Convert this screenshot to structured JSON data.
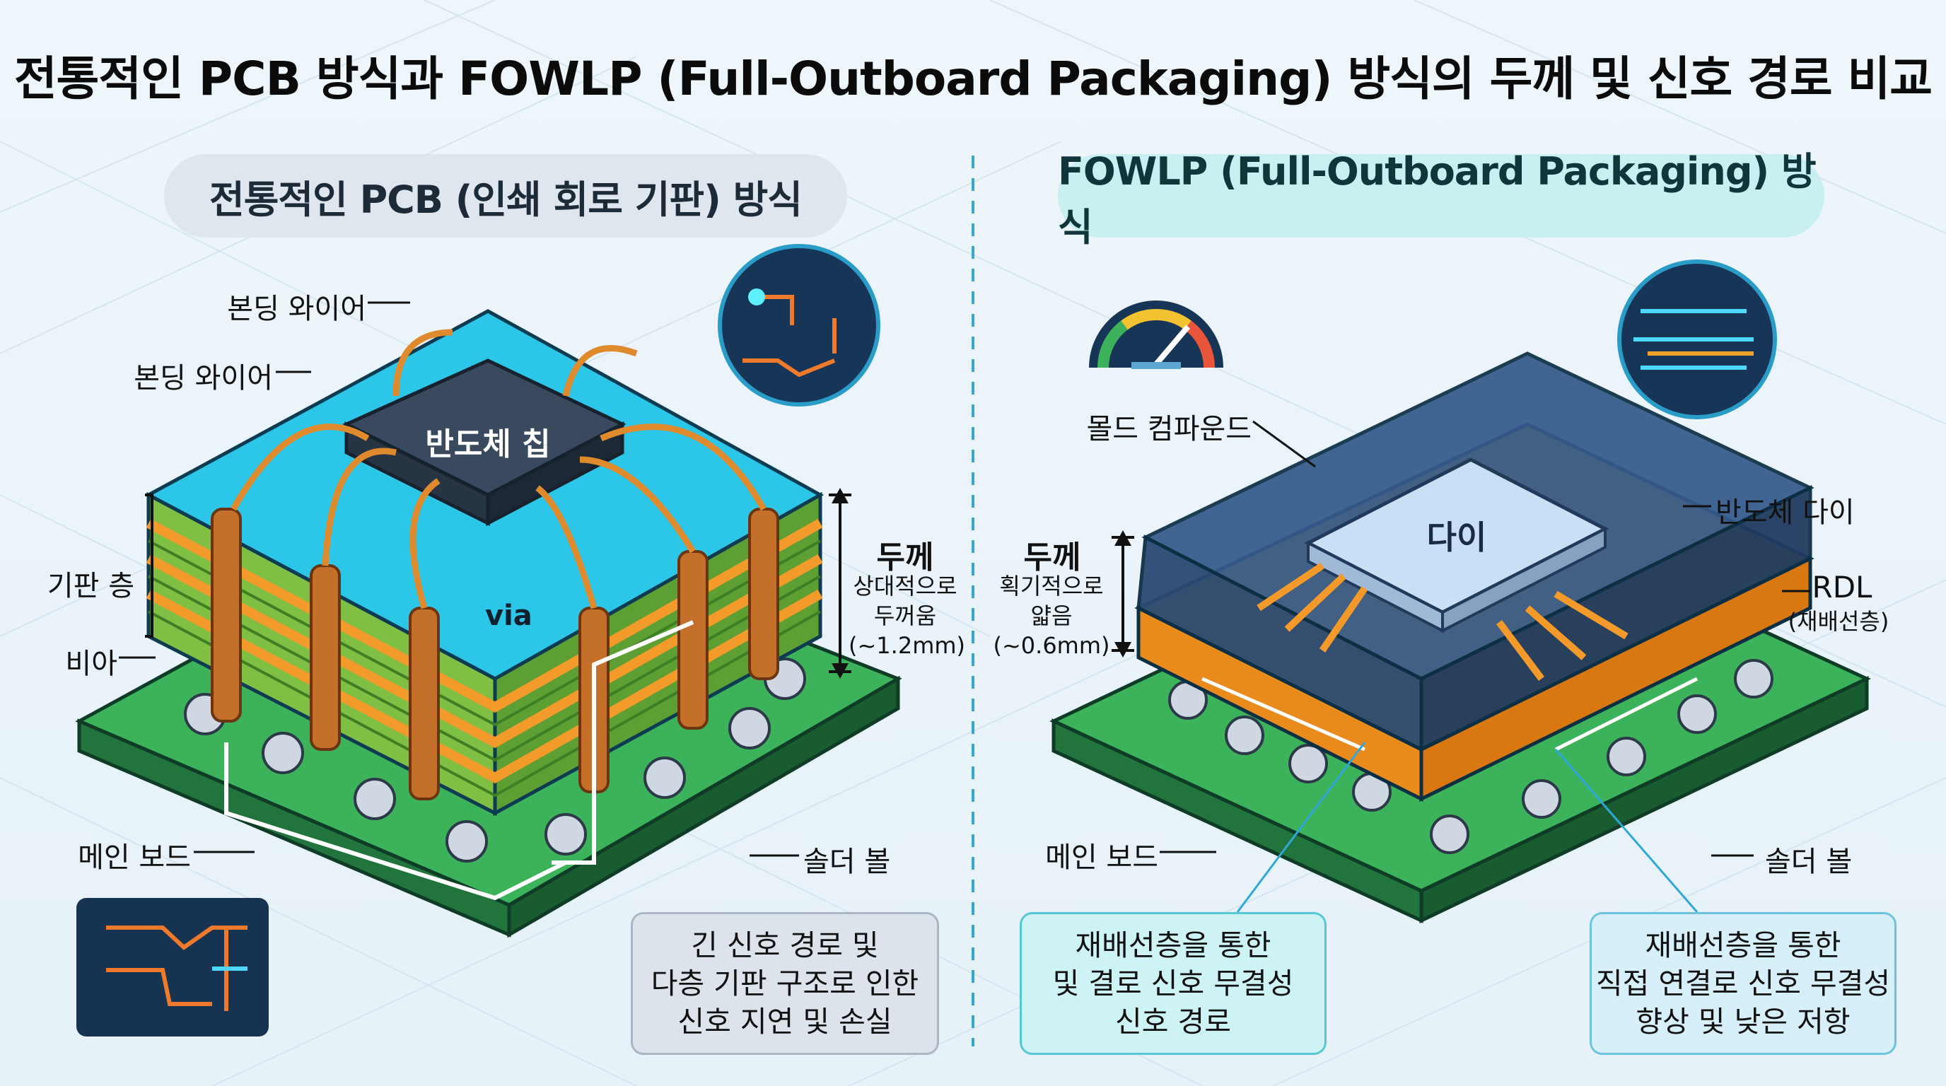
{
  "title": "전통적인 PCB 방식과 FOWLP (Full-Outboard Packaging) 방식의 두께 및 신호 경로 비교",
  "left": {
    "heading": "전통적인 PCB (인쇄 회로 기판) 방식",
    "bonding_wire_1": "본딩 와이어",
    "bonding_wire_2": "본딩 와이어",
    "substrate_layers": "기판 층",
    "via_label": "비아",
    "main_board": "메인 보드",
    "solder_ball": "솔더 볼",
    "chip": "반도체 칩",
    "via_text": "via",
    "thickness_title": "두께",
    "thickness_line1": "상대적으로",
    "thickness_line2": "두꺼움",
    "thickness_value": "(~1.2mm)",
    "note_lines": [
      "긴 신호 경로 및",
      "다층 기판 구조로 인한",
      "신호 지연 및 손실"
    ]
  },
  "right": {
    "heading": "FOWLP (Full-Outboard Packaging) 방식",
    "mold_compound": "몰드 컴파운드",
    "die_label": "반도체 다이",
    "die_text": "다이",
    "rdl": "RDL",
    "rdl_sub": "(재배선층)",
    "main_board": "메인 보드",
    "solder_ball": "솔더 볼",
    "thickness_title": "두께",
    "thickness_line1": "획기적으로",
    "thickness_line2": "얇음",
    "thickness_value": "(~0.6mm)",
    "note1_lines": [
      "재배선층을 통한",
      "및 결로 신호 무결성",
      "신호 경로"
    ],
    "note2_lines": [
      "재배선층을 통한",
      "직접 연결로 신호 무결성",
      "향상 및 낮은 저항"
    ]
  },
  "colors": {
    "pcb_top": "#27c6e6",
    "pcb_orange": "#f39a2a",
    "pcb_green": "#6aae3e",
    "board_green": "#2f9e4a",
    "chip_dark": "#3a4a5e",
    "mold_blue": "#2f4d78",
    "copper": "#e08a2e",
    "signal_cyan": "#5ef0ff"
  },
  "icons": [
    "circuit-zoom-icon",
    "signal-arrows-zoom-icon",
    "speed-gauge-icon",
    "circuit-schematic-icon"
  ]
}
